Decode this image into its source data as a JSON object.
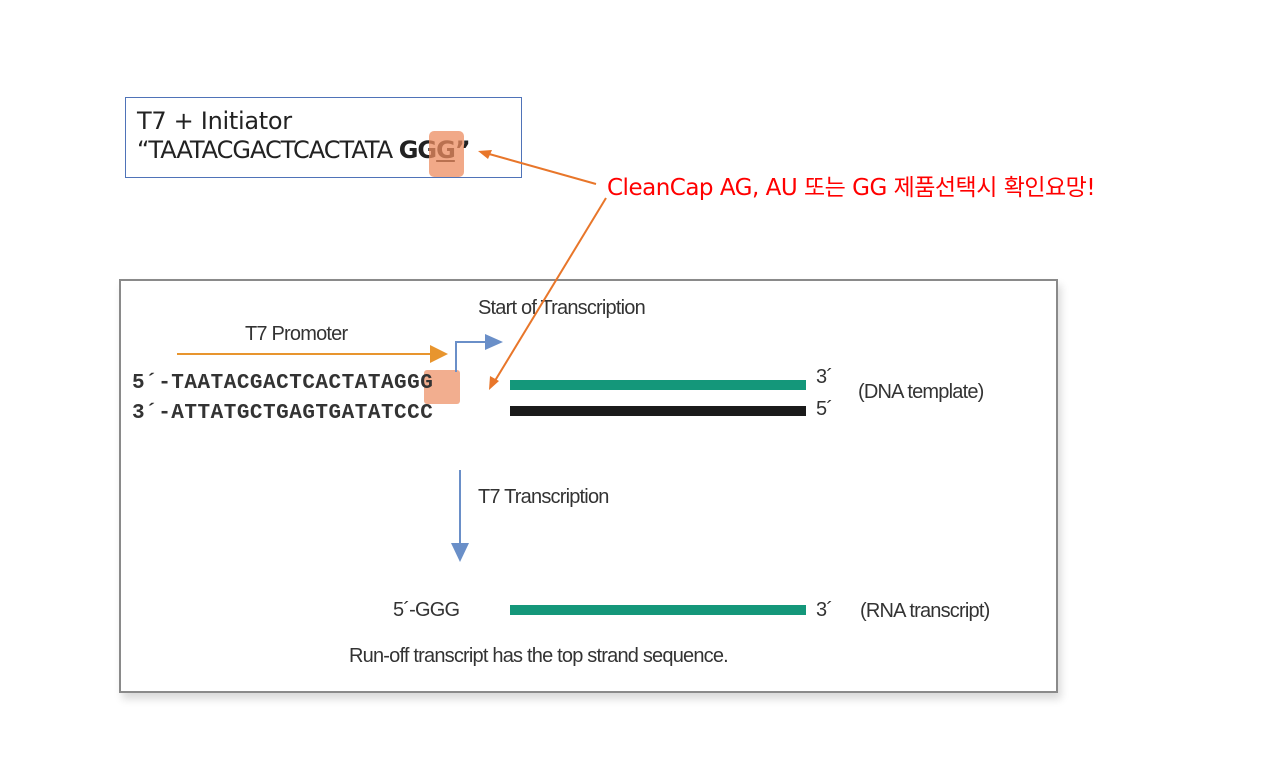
{
  "callout": {
    "title": "T7 + Initiator",
    "sequence_prefix": "“TAATACGACTCACTATA ",
    "sequence_highlight": "GG",
    "sequence_last": "G",
    "sequence_suffix": "”"
  },
  "note": {
    "text": "CleanCap AG, AU 또는 GG 제품선택시 확인요망!",
    "color": "#ff0000"
  },
  "figure": {
    "start_label": "Start of Transcription",
    "promoter_label": "T7 Promoter",
    "top_strand": "5´-TAATACGACTCACTATAGGG",
    "bottom_strand": "3´-ATTATGCTGAGTGATATCCC",
    "top_end": "3´",
    "bottom_end": "5´",
    "dna_label": "(DNA template)",
    "transcription_label": "T7 Transcription",
    "rna_start": "5´-GGG",
    "rna_end": "3´",
    "rna_label": "(RNA transcript)",
    "caption": "Run-off transcript has the top strand sequence."
  },
  "colors": {
    "teal": "#14977a",
    "black_strand": "#1a1a1a",
    "promoter_arrow": "#e8952e",
    "blue_arrow": "#6a8fc8",
    "highlight": "#ec8c60",
    "pointer": "#e8762a",
    "box_border": "#4f73b8"
  }
}
